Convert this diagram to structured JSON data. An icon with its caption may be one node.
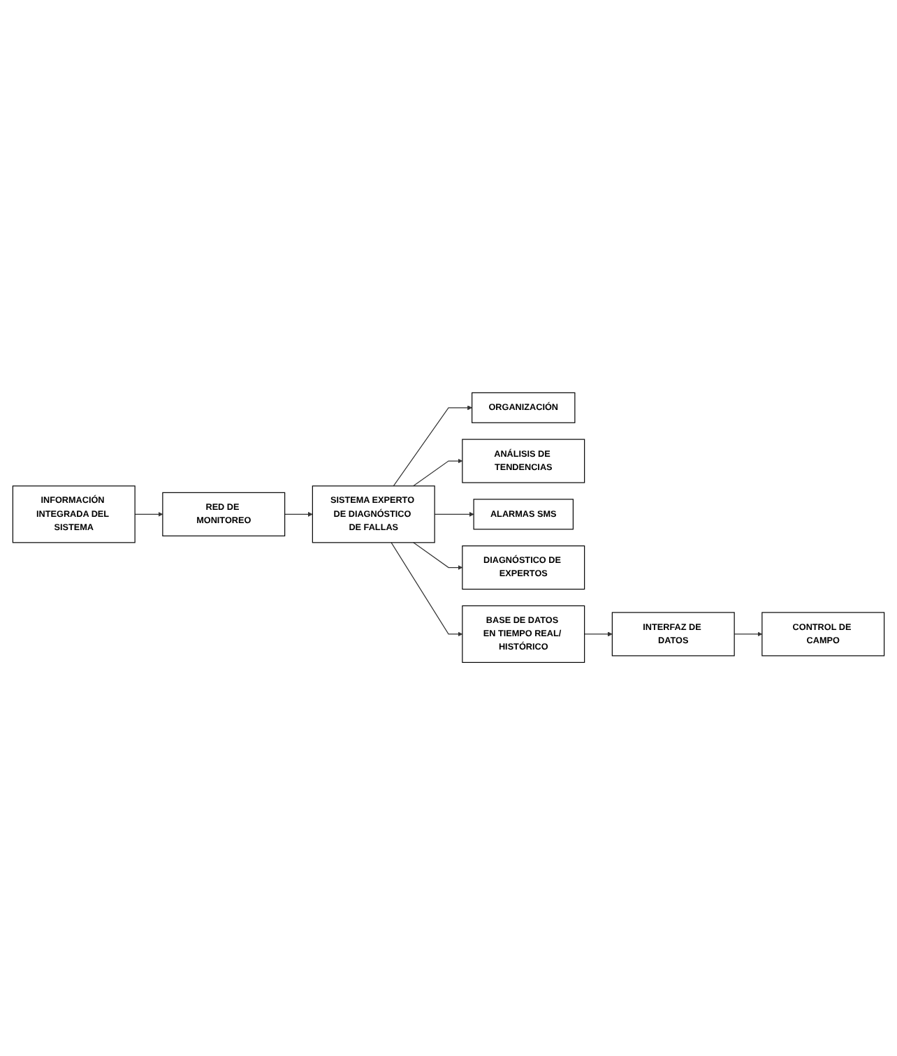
{
  "diagram": {
    "nodes": [
      {
        "text": [
          "INFORMACIÓN INTEGRADA DEL SISTEMA"
        ]
      },
      {
        "text": [
          "RED DE MONITOREO"
        ]
      },
      {
        "text": [
          "SISTEMA EXPERTO DE DIAGNÓSTICO DE FALLAS"
        ]
      },
      {
        "text": [
          "ORGANIZACIÓN"
        ]
      },
      {
        "text": [
          "ANÁLISIS DE TENDENCIAS"
        ]
      },
      {
        "text": [
          "ALARMAS SMS"
        ]
      },
      {
        "text": [
          "DIAGNÓSTICO DE EXPERTOS"
        ]
      },
      {
        "text": [
          "BASE DE DATOS EN TIEMPO REAL/ HISTÓRICO"
        ]
      },
      {
        "text": [
          "INTERFAZ DE DATOS"
        ]
      },
      {
        "text": [
          "CONTROL DE CAMPO"
        ]
      }
    ],
    "edges": [
      {
        "from": 0,
        "to": 1,
        "arrow": "to"
      },
      {
        "from": 1,
        "to": 2,
        "arrow": "to"
      },
      {
        "from": 2,
        "to": 3,
        "arrow": "to"
      },
      {
        "from": 2,
        "to": 4,
        "arrow": "to"
      },
      {
        "from": 2,
        "to": 5,
        "arrow": "to"
      },
      {
        "from": 2,
        "to": 6,
        "arrow": "to"
      },
      {
        "from": 2,
        "to": 7,
        "arrow": "to"
      },
      {
        "from": 7,
        "to": 8,
        "arrow": "to"
      },
      {
        "from": 8,
        "to": 9,
        "arrow": "to"
      }
    ]
  }
}
